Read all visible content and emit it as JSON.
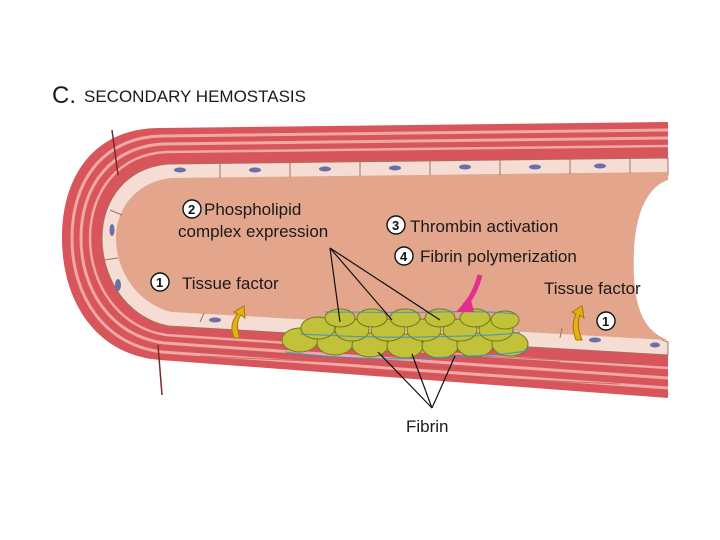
{
  "title": {
    "letter": "C.",
    "text": "SECONDARY HEMOSTASIS"
  },
  "labels": {
    "phospholipid_num": "2",
    "phospholipid_line1": "Phospholipid",
    "phospholipid_line2": "complex expression",
    "thrombin_num": "3",
    "thrombin": "Thrombin activation",
    "fibrin_poly_num": "4",
    "fibrin_poly": "Fibrin polymerization",
    "tissue_factor_left_num": "1",
    "tissue_factor_left": "Tissue factor",
    "tissue_factor_right": "Tissue factor",
    "tissue_factor_right_num": "1",
    "fibrin": "Fibrin"
  },
  "colors": {
    "lumen": "#e3a58b",
    "wall_outer": "#d9555c",
    "wall_band": "#eda39d",
    "endothelium": "#f5ddd3",
    "nucleus": "#6a6fa8",
    "platelet": "#c2c23a",
    "fibrin": "#3f8fcf",
    "arrow_yellow": "#e6b012",
    "arrow_magenta": "#e0308c"
  }
}
